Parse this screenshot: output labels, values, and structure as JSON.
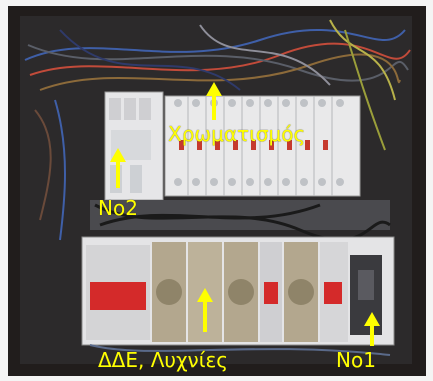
{
  "labels": {
    "top_label": "Χρωματισμός",
    "left_label": "Νο2",
    "bottom_left_label": "ΔΔΕ, Λυχνίες",
    "bottom_right_label": "Νο1"
  },
  "colors": {
    "annotation": "#ffff00",
    "enclosure": "#1e1b1a",
    "breaker_white": "#e9e9ea",
    "breaker_red": "#d42a2a",
    "din_rail": "#8a8a8a"
  }
}
